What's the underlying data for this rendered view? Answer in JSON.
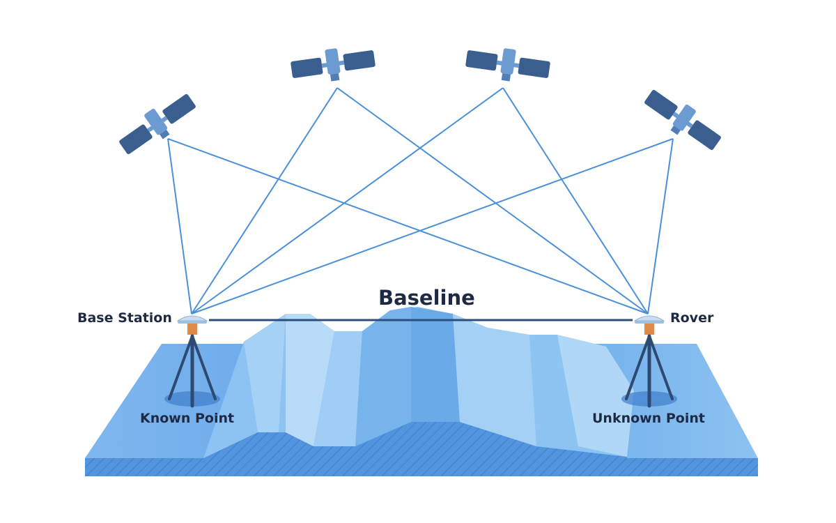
{
  "labels": {
    "baseline": "Baseline",
    "base_station": "Base Station",
    "rover": "Rover",
    "known_point": "Known Point",
    "unknown_point": "Unknown Point"
  },
  "colors": {
    "signal_line": "#4a90d9",
    "baseline_line": "#2a4f7c",
    "satellite_panel": "#3a5f8f",
    "satellite_body": "#6b9bd1",
    "terrain_light": "#a8d0f5",
    "terrain_dark": "#5a9be0",
    "terrain_side": "#4d8ed8",
    "receiver_orange": "#e08a4a",
    "tripod": "#2e4a72",
    "label_text": "#1e2a44"
  },
  "icons": [
    "satellite-icon",
    "gnss-antenna-icon",
    "tripod-icon"
  ]
}
